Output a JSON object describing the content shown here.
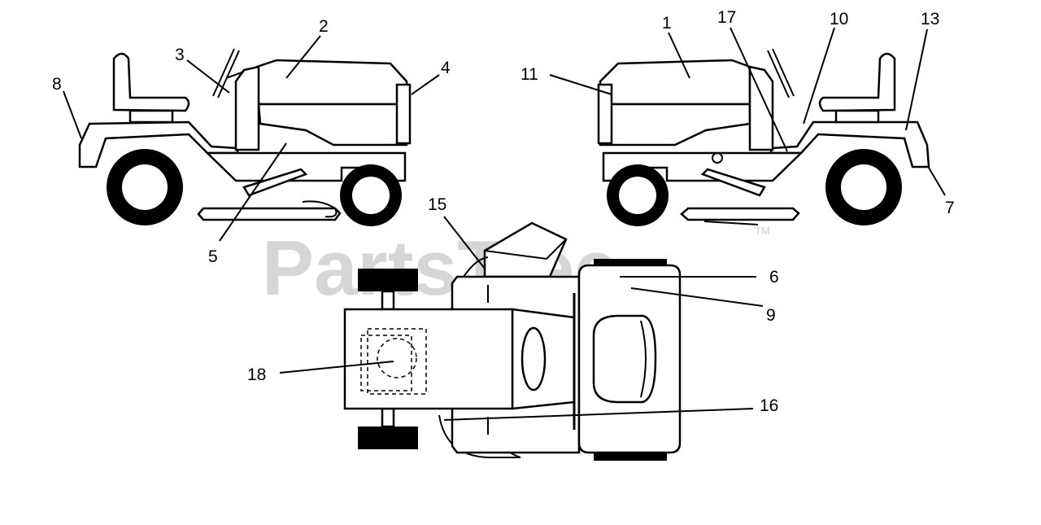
{
  "watermark": {
    "text": "PartsTree",
    "trademark": "TM"
  },
  "callouts": {
    "c1": "1",
    "c2": "2",
    "c3": "3",
    "c4": "4",
    "c5": "5",
    "c6": "6",
    "c7": "7",
    "c8": "8",
    "c9": "9",
    "c10": "10",
    "c11": "11",
    "c13": "13",
    "c15": "15",
    "c16": "16",
    "c17": "17",
    "c18": "18"
  }
}
